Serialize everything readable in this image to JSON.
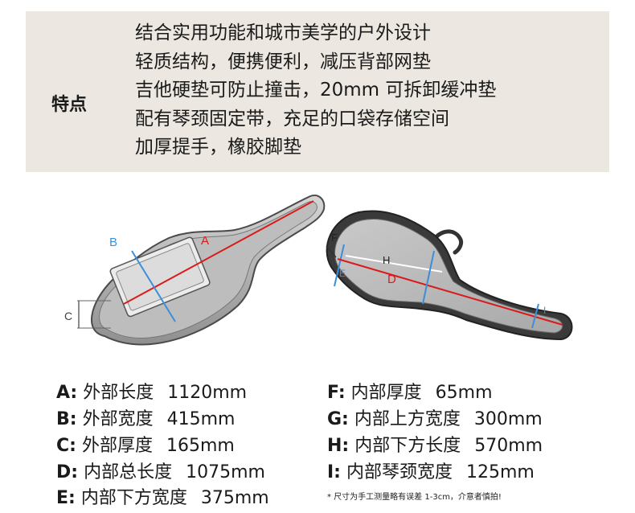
{
  "features": {
    "label": "特点",
    "items": [
      "结合实用功能和城市美学的户外设计",
      "轻质结构，便携便利，减压背部网垫",
      "吉他硬垫可防止撞击，20mm 可拆卸缓冲垫",
      "配有琴颈固定带，充足的口袋存储空间",
      "加厚提手，橡胶脚垫"
    ]
  },
  "diagram": {
    "labels": {
      "a": "A",
      "b": "B",
      "c": "C",
      "d": "D",
      "e": "E",
      "f": "F",
      "h": "H",
      "i": "I"
    },
    "colors": {
      "red": "#d91b1b",
      "blue": "#3b8fd9",
      "shell": "#9a9a9a"
    }
  },
  "specs": [
    {
      "key": "A:",
      "name": "外部长度",
      "value": "1120mm"
    },
    {
      "key": "B:",
      "name": "外部宽度",
      "value": "415mm"
    },
    {
      "key": "C:",
      "name": "外部厚度",
      "value": "165mm"
    },
    {
      "key": "D:",
      "name": "内部总长度",
      "value": "1075mm"
    },
    {
      "key": "E:",
      "name": "内部下方宽度",
      "value": "375mm"
    },
    {
      "key": "F:",
      "name": "内部厚度",
      "value": "65mm"
    },
    {
      "key": "G:",
      "name": "内部上方宽度",
      "value": "300mm"
    },
    {
      "key": "H:",
      "name": "内部下方长度",
      "value": "570mm"
    },
    {
      "key": "I:",
      "name": "内部琴颈宽度",
      "value": "125mm"
    }
  ],
  "footnote": "* 尺寸为手工测量略有误差 1-3cm，介意者慎拍!"
}
